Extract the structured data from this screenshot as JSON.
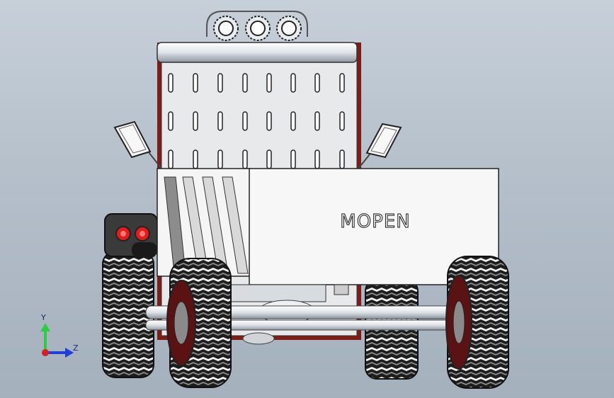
{
  "viewport": {
    "background_top": "#c7d0d9",
    "background_bottom": "#a5b0bd"
  },
  "model": {
    "brand_text": "MOPEN",
    "accent_color": "#c0392b",
    "tire_color": "#1c1c1c",
    "body_color": "#f4f4f4"
  },
  "triad": {
    "y_label": "Y",
    "z_label": "Z",
    "y_color": "#2ecc40",
    "z_color": "#1f3fd6",
    "origin_color": "#d62020"
  }
}
